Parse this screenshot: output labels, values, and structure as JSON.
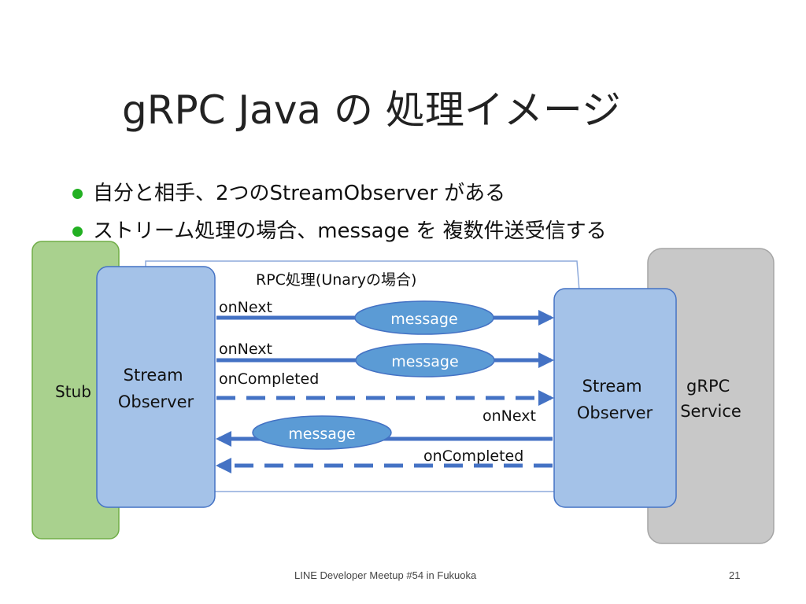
{
  "slide": {
    "title": "gRPC Java の 処理イメージ",
    "bullets": [
      "自分と相手、2つのStreamObserver がある",
      "ストリーム処理の場合、message を 複数件送受信する"
    ],
    "footer": "LINE Developer Meetup #54 in Fukuoka",
    "page_number": "21"
  },
  "diagram": {
    "frame_label": "RPC処理(Unaryの場合)",
    "stub_label": "Stub",
    "left_observer": [
      "Stream",
      "Observer"
    ],
    "right_observer": [
      "Stream",
      "Observer"
    ],
    "service_label": [
      "gRPC",
      "Service"
    ],
    "arrows": {
      "on_next_1": "onNext",
      "on_next_2": "onNext",
      "on_completed_1": "onCompleted",
      "on_next_3": "onNext",
      "on_completed_2": "onCompleted"
    },
    "messages": [
      "message",
      "message",
      "message"
    ]
  },
  "colors": {
    "bullet": "#22b022",
    "stub_fill": "#a9d18e",
    "stub_stroke": "#70ad47",
    "observer_fill": "#a4c2e8",
    "observer_stroke": "#4472c4",
    "service_fill": "#c8c8c8",
    "service_stroke": "#a5a5a5",
    "arrow": "#4472c4",
    "message_fill": "#5b9bd5",
    "frame_stroke": "#8eaadb"
  }
}
